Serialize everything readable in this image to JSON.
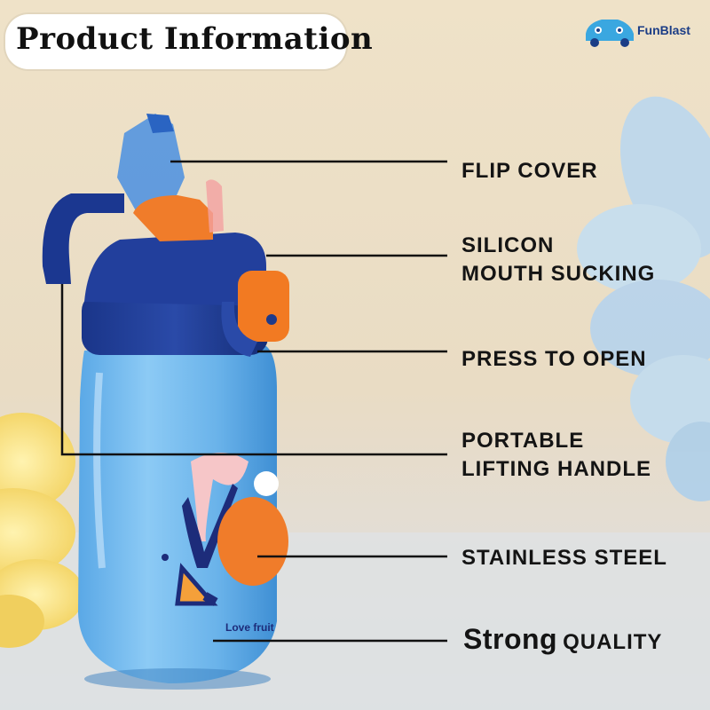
{
  "title": "Product Information",
  "brand": {
    "name": "FunBlast",
    "logo_icon": "car-icon",
    "colors": {
      "logo": "#3aa7e0",
      "text": "#1b3d86"
    }
  },
  "bottle": {
    "print_text": "Love fruit",
    "colors": {
      "body": "#6fb6ea",
      "cap": "#1d3a8a",
      "button": "#f27a22"
    }
  },
  "callouts": {
    "flip_cover": "FLIP COVER",
    "silicon_line1": "SILICON",
    "silicon_line2": "MOUTH SUCKING",
    "press_to_open": "PRESS TO OPEN",
    "portable_line1": "PORTABLE",
    "portable_line2": "LIFTING HANDLE",
    "stainless_steel": "STAINLESS STEEL",
    "strong": "Strong",
    "quality": "QUALITY"
  }
}
